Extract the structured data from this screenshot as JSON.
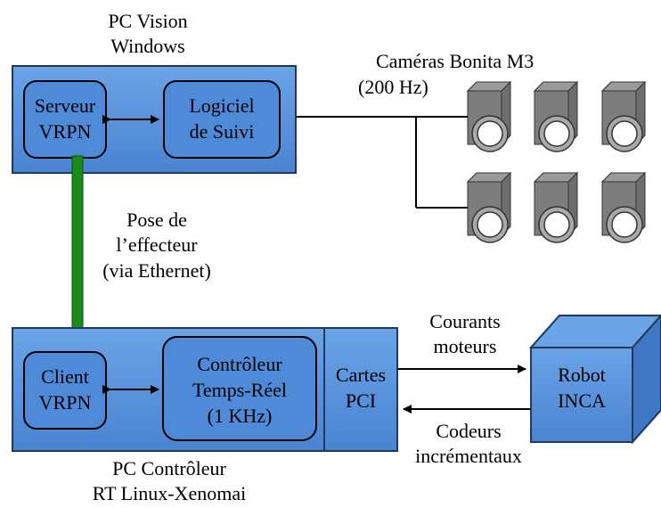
{
  "colors": {
    "box_fill": "#5b95dc",
    "box_stroke": "#1f3a60",
    "inner_fill": "#4f8ad8",
    "arrow_green": "#1a8a1a",
    "line": "#000000",
    "camera_dark": "#7a7a7a",
    "camera_light": "#b9b9b9"
  },
  "pc_vision": {
    "title_line1": "PC Vision",
    "title_line2": "Windows",
    "vrpn_server_line1": "Serveur",
    "vrpn_server_line2": "VRPN",
    "tracking_line1": "Logiciel",
    "tracking_line2": "de Suivi"
  },
  "cameras": {
    "label_line1": "Caméras Bonita M3",
    "label_line2": "(200 Hz)"
  },
  "pose_link": {
    "line1": "Pose de",
    "line2": "l’effecteur",
    "line3": "(via Ethernet)"
  },
  "pc_controller": {
    "title_line1": "PC Contrôleur",
    "title_line2": "RT Linux-Xenomai",
    "vrpn_client_line1": "Client",
    "vrpn_client_line2": "VRPN",
    "controller_line1": "Contrôleur",
    "controller_line2": "Temps-Réel",
    "controller_line3": "(1 KHz)",
    "cards_line1": "Cartes",
    "cards_line2": "PCI"
  },
  "robot": {
    "line1": "Robot",
    "line2": "INCA"
  },
  "motor_currents": {
    "line1": "Courants",
    "line2": "moteurs"
  },
  "encoders": {
    "line1": "Codeurs",
    "line2": "incrémentaux"
  }
}
